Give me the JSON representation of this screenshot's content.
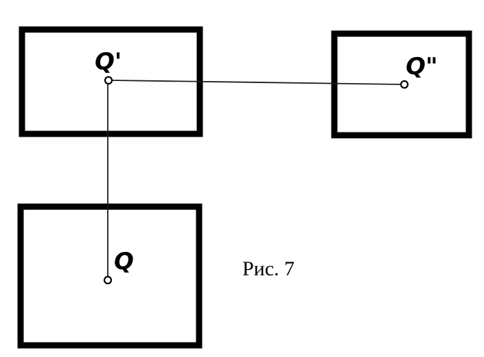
{
  "points": {
    "frontal": {
      "label": "Q'"
    },
    "profile": {
      "label": "Q\""
    },
    "horizontal": {
      "label": "Q"
    }
  },
  "caption": "Рис. 7"
}
